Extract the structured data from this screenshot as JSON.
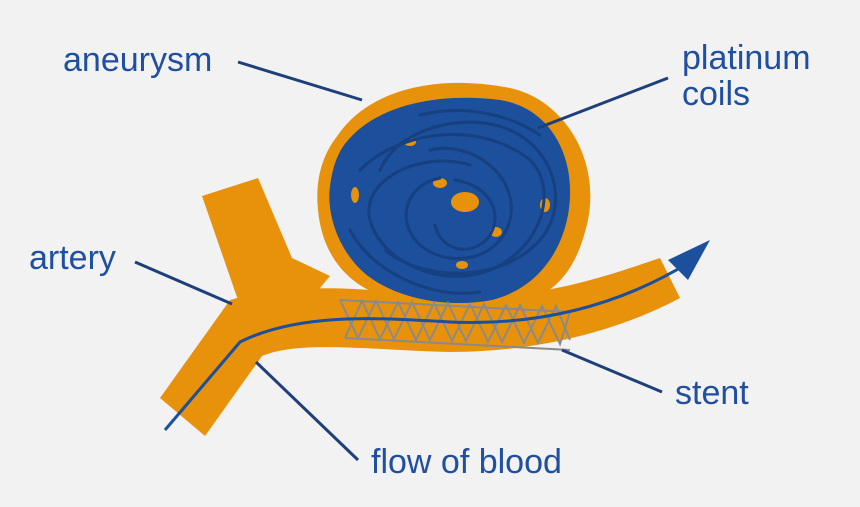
{
  "labels": {
    "aneurysm": "aneurysm",
    "platinum_coils_line1": "platinum",
    "platinum_coils_line2": "coils",
    "artery": "artery",
    "stent": "stent",
    "flow_of_blood": "flow of blood"
  },
  "colors": {
    "background": "#f2f2f2",
    "artery": "#e8920c",
    "coil": "#1c4f9c",
    "label_text": "#1f4fa0",
    "leader_line": "#1e3f7a",
    "stent_mesh": "#8a8a8a"
  }
}
